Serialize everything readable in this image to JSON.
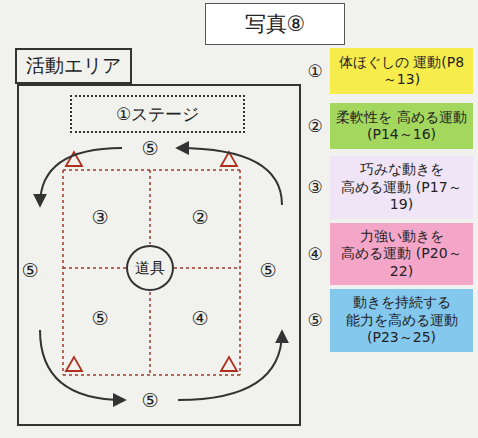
{
  "diagram": {
    "title": "写真⑧",
    "nodes": [
      {
        "text": [
          "活動エリア"
        ]
      },
      {
        "text": [
          "①ステージ"
        ]
      },
      {
        "text": [
          "道具"
        ]
      },
      {
        "text": [
          "体ほぐしの 運動(P8～13)"
        ]
      },
      {
        "text": [
          "柔軟性を 高める運動 (P14～16)"
        ]
      },
      {
        "text": [
          "巧みな動きを 高める運動 (P17～19)"
        ]
      },
      {
        "text": [
          "力強い動きを 高める運動 (P20～22)"
        ]
      },
      {
        "text": [
          "動きを持続する 能力を高める運動 (P23～25)"
        ]
      }
    ],
    "labels": [
      "⑤",
      "③",
      "②",
      "⑤",
      "⑤",
      "⑤",
      "④",
      "⑤",
      "①",
      "②",
      "③",
      "④",
      "⑤"
    ]
  }
}
